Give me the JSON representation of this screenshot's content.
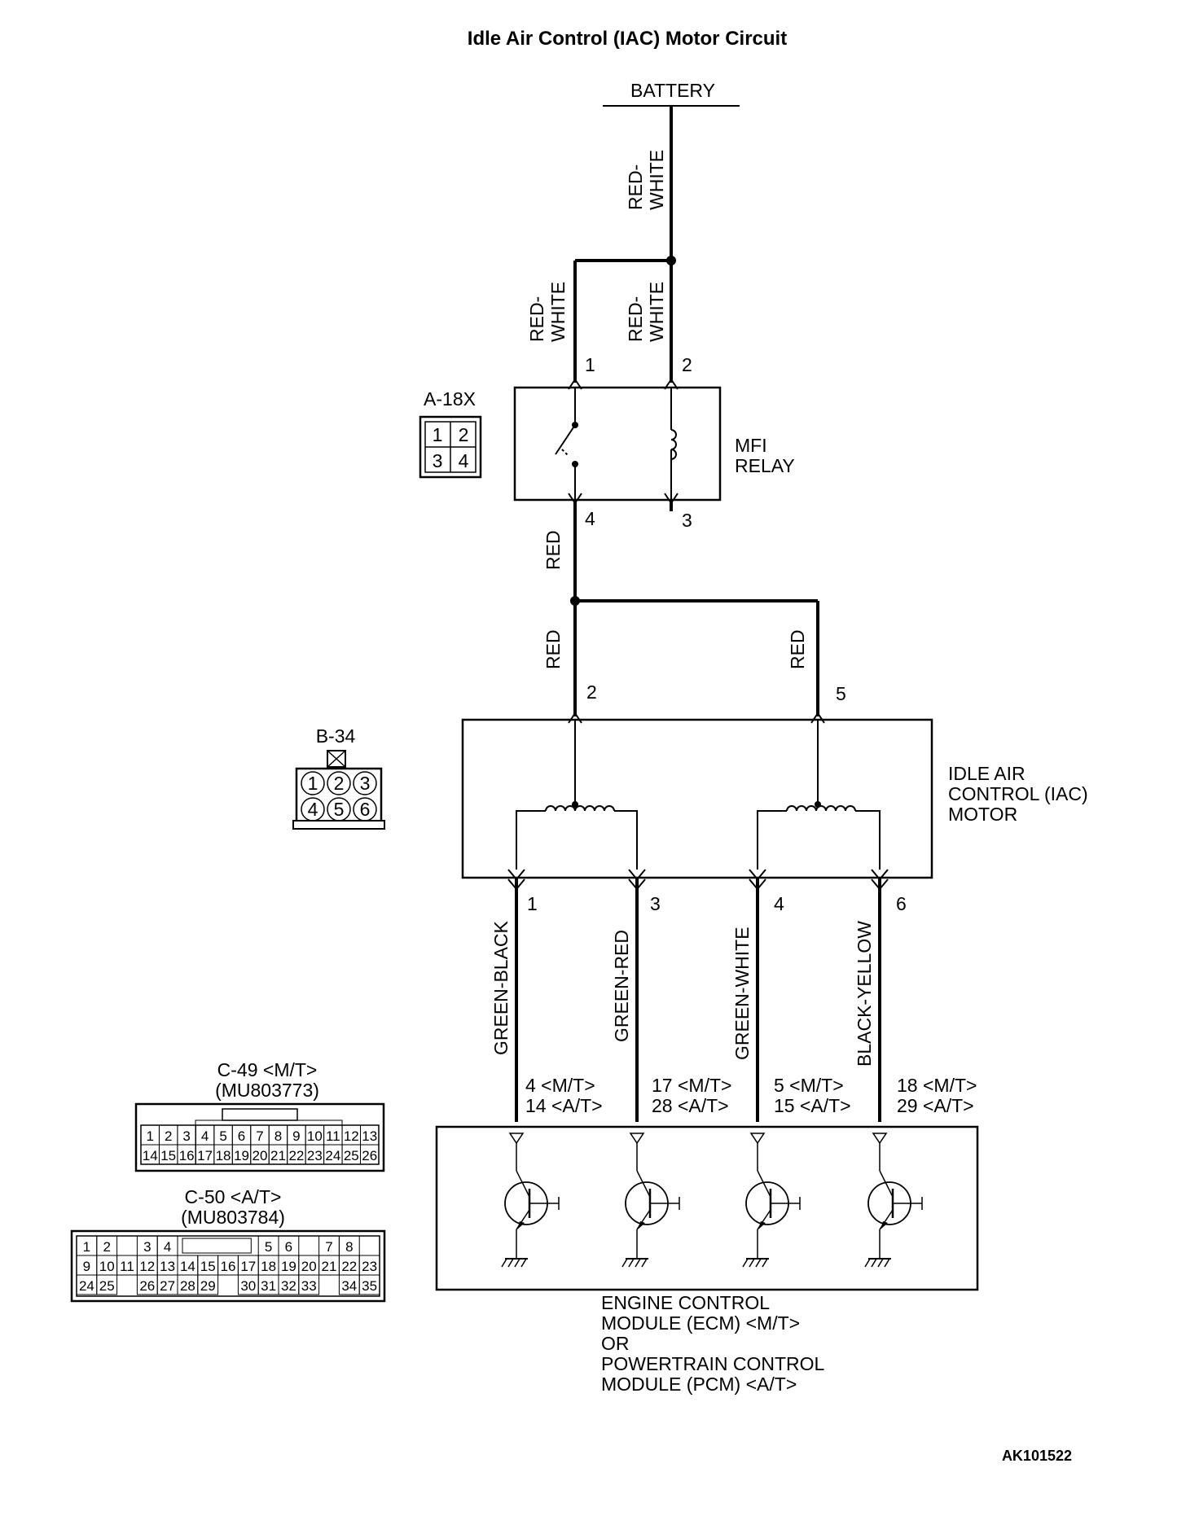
{
  "title": "Idle Air Control (IAC) Motor Circuit",
  "figure_id": "AK101522",
  "battery": {
    "label": "BATTERY"
  },
  "wire_colors": {
    "red_white": [
      "RED-",
      "WHITE"
    ],
    "red": "RED",
    "green_black": "GREEN-BLACK",
    "green_red": "GREEN-RED",
    "green_white": "GREEN-WHITE",
    "black_yellow": "BLACK-YELLOW"
  },
  "relay": {
    "name_line1": "MFI",
    "name_line2": "RELAY",
    "connector": "A-18X",
    "pins": [
      "1",
      "2",
      "4",
      "3"
    ],
    "connector_pins": [
      "1",
      "2",
      "3",
      "4"
    ]
  },
  "iac_motor": {
    "name_line1": "IDLE AIR",
    "name_line2": "CONTROL (IAC)",
    "name_line3": "MOTOR",
    "connector": "B-34",
    "input_pins": [
      "2",
      "5"
    ],
    "output_pins": [
      "1",
      "3",
      "4",
      "6"
    ],
    "connector_pins": [
      "1",
      "2",
      "3",
      "4",
      "5",
      "6"
    ]
  },
  "ecm_terminals": [
    {
      "mt": "4 <M/T>",
      "at": "14 <A/T>"
    },
    {
      "mt": "17 <M/T>",
      "at": "28 <A/T>"
    },
    {
      "mt": "5 <M/T>",
      "at": "15 <A/T>"
    },
    {
      "mt": "18 <M/T>",
      "at": "29 <A/T>"
    }
  ],
  "ecm": {
    "line1": "ENGINE CONTROL",
    "line2": "MODULE (ECM) <M/T>",
    "line3": "OR",
    "line4": "POWERTRAIN CONTROL",
    "line5": "MODULE (PCM) <A/T>"
  },
  "c49": {
    "name": "C-49 <M/T>",
    "part": "(MU803773)",
    "row1": [
      "1",
      "2",
      "3",
      "4",
      "5",
      "6",
      "7",
      "8",
      "9",
      "10",
      "11",
      "12",
      "13"
    ],
    "row2": [
      "14",
      "15",
      "16",
      "17",
      "18",
      "19",
      "20",
      "21",
      "22",
      "23",
      "24",
      "25",
      "26"
    ]
  },
  "c50": {
    "name": "C-50 <A/T>",
    "part": "(MU803784)",
    "row1": [
      "1",
      "2",
      "3",
      "4",
      "5",
      "6",
      "7",
      "8"
    ],
    "row2": [
      "9",
      "10",
      "11",
      "12",
      "13",
      "14",
      "15",
      "16",
      "17",
      "18",
      "19",
      "20",
      "21",
      "22",
      "23"
    ],
    "row3": [
      "24",
      "25",
      "26",
      "27",
      "28",
      "29",
      "30",
      "31",
      "32",
      "33",
      "34",
      "35"
    ]
  }
}
